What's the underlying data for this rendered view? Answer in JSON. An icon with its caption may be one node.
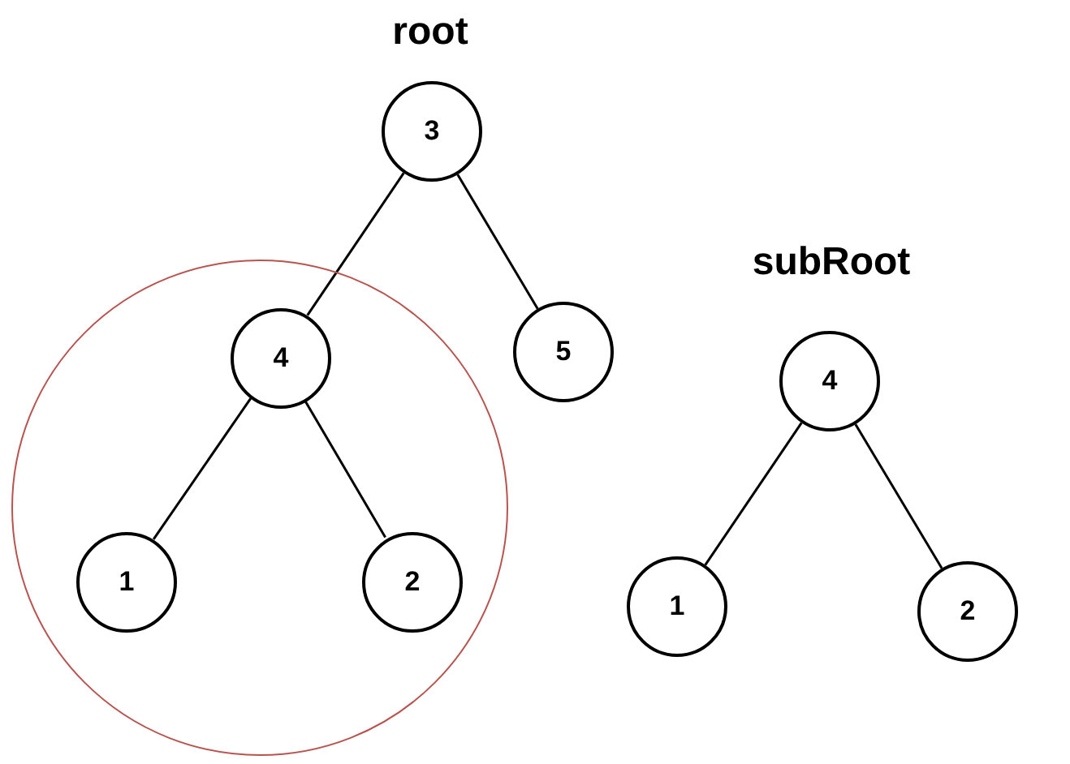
{
  "diagram": {
    "nodes": [
      {
        "text": [
          "3"
        ],
        "beside": [
          "root"
        ]
      },
      {
        "text": [],
        "shape": "circle"
      },
      {
        "text": [
          "4"
        ],
        "in": 1
      },
      {
        "text": [
          "5"
        ]
      },
      {
        "text": [
          "1"
        ],
        "in": 1
      },
      {
        "text": [
          "2"
        ],
        "in": 1
      },
      {
        "text": [
          "4"
        ],
        "beside": [
          "subRoot"
        ]
      },
      {
        "text": [
          "1"
        ]
      },
      {
        "text": [
          "2"
        ]
      }
    ],
    "edges": [
      {
        "from": 0,
        "to": 2,
        "arrow": "none"
      },
      {
        "from": 0,
        "to": 3,
        "arrow": "none"
      },
      {
        "from": 2,
        "to": 4,
        "arrow": "none"
      },
      {
        "from": 2,
        "to": 5,
        "arrow": "none"
      },
      {
        "from": 6,
        "to": 7,
        "arrow": "none"
      },
      {
        "from": 6,
        "to": 8,
        "arrow": "none"
      }
    ]
  }
}
